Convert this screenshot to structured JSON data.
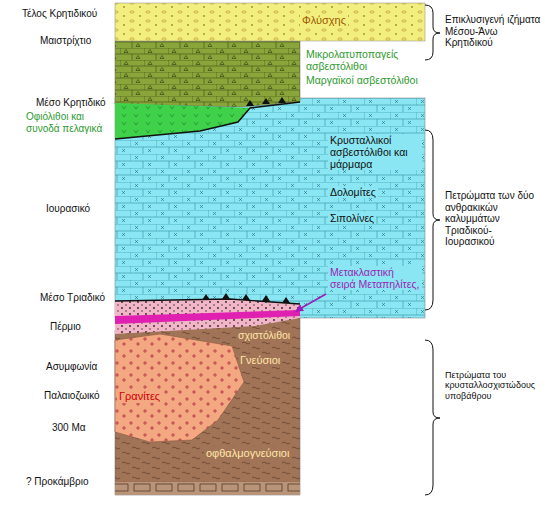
{
  "diagram": {
    "nodes": [
      {
        "text": [
          "Φλύσχης"
        ]
      },
      {
        "text": [
          "Κρυσταλλικοί ασβεστόλιθοι και μάρμαρα",
          "Δολομίτες",
          "Σιπολίνες"
        ]
      },
      {
        "text": [
          "σχιστόλιθοι",
          "Γνεύσιοι",
          "οφθαλμογνεύσιοι"
        ]
      },
      {
        "text": [
          "Γρανίτες"
        ],
        "in": 2
      }
    ],
    "labels": [
      "Τέλος Κρητιδικού",
      "Επικλυσιγενή ιζήματα Μέσου-Άνω Κρητιδικού",
      "Μαιστρίχτιο",
      "Μικρολατυποπαγείς ασβεστόλιθοι",
      "Μαργαϊκοί ασβεστόλιθοι",
      "Μέσο Κρητιδικό",
      "Οφιόλιθοι και συνοδά πελαγικά",
      "Πετρώματα των δύο ανθρακικών καλυμμάτων Τριαδικού-Ιουρασικού",
      "Ιουρασικό",
      "Μετακλαστική σειρά Μεταπηλίτες,",
      "Μέσο Τριαδικό",
      "Πέρμιο",
      "Ασυμφωνία",
      "Πετρώματα του κρυσταλλοσχιστώδους υποβάθρου",
      "Παλαιοζωικό",
      "300 Μα",
      "? Προκάμβριο"
    ]
  }
}
